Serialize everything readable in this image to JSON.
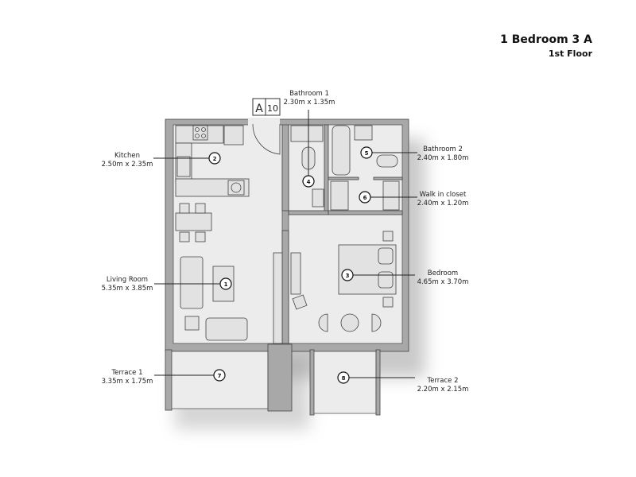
{
  "header": {
    "title": "1 Bedroom 3 A",
    "floor": "1st Floor"
  },
  "unit_badge": {
    "letter": "A",
    "number": "10"
  },
  "rooms": [
    {
      "num": "1",
      "name": "Living Room",
      "size": "5.35m x 3.85m"
    },
    {
      "num": "2",
      "name": "Kitchen",
      "size": "2.50m x 2.35m"
    },
    {
      "num": "3",
      "name": "Bedroom",
      "size": "4.65m x 3.70m"
    },
    {
      "num": "4",
      "name": "Bathroom 1",
      "size": "2.30m x 1.35m"
    },
    {
      "num": "5",
      "name": "Bathroom 2",
      "size": "2.40m x 1.80m"
    },
    {
      "num": "6",
      "name": "Walk in closet",
      "size": "2.40m x 1.20m"
    },
    {
      "num": "7",
      "name": "Terrace 1",
      "size": "3.35m x 1.75m"
    },
    {
      "num": "8",
      "name": "Terrace 2",
      "size": "2.20m x 2.15m"
    }
  ]
}
